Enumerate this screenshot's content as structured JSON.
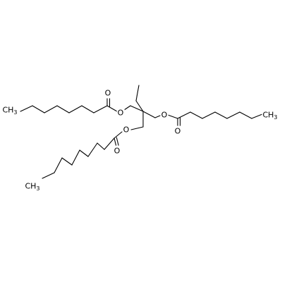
{
  "structure": {
    "atom_labels": {
      "o_carbonyl_left": "O",
      "o_ester_left": "O",
      "o_ester_middle": "O",
      "o_carbonyl_middle": "O",
      "o_ester_right": "O",
      "o_carbonyl_right": "O",
      "ch3_left": "CH3",
      "ch3_bottom": "CH3",
      "ch3_right": "CH3"
    },
    "subscript": "3"
  }
}
